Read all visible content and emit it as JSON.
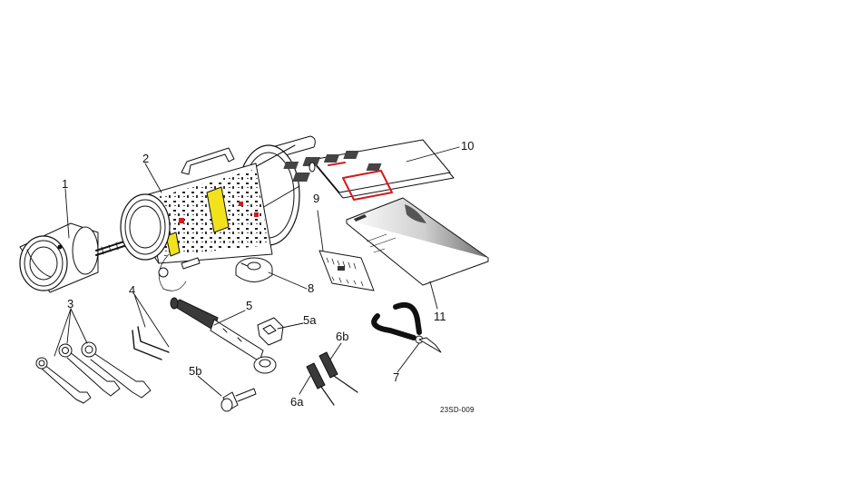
{
  "callouts": {
    "c1": "1",
    "c2": "2",
    "c3": "3",
    "c4": "4",
    "c5": "5",
    "c5a": "5a",
    "c5b": "5b",
    "c6a": "6a",
    "c6b": "6b",
    "c7": "7",
    "c8": "8",
    "c9": "9",
    "c10": "10",
    "c11": "11"
  },
  "reference_code": "23SD-009",
  "colors": {
    "line": "#111111",
    "warning_red": "#d6191f",
    "caution_yellow": "#f2e21b",
    "grip_dark": "#3a3a3a",
    "manual_gray": "#8a8a8a"
  }
}
